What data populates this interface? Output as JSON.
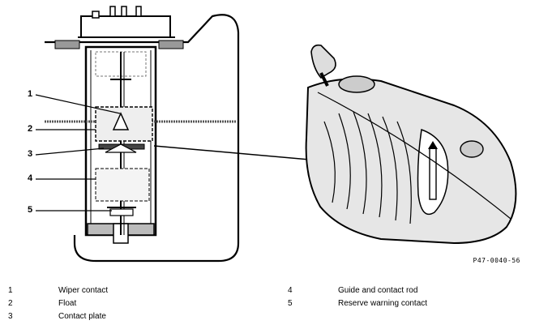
{
  "callouts": [
    "1",
    "2",
    "3",
    "4",
    "5"
  ],
  "figure_code": "P47-0040-56",
  "legend": [
    {
      "num": "1",
      "text": "Wiper contact"
    },
    {
      "num": "2",
      "text": "Float"
    },
    {
      "num": "3",
      "text": "Contact plate"
    },
    {
      "num": "4",
      "text": "Guide and contact rod"
    },
    {
      "num": "5",
      "text": "Reserve warning contact"
    }
  ]
}
